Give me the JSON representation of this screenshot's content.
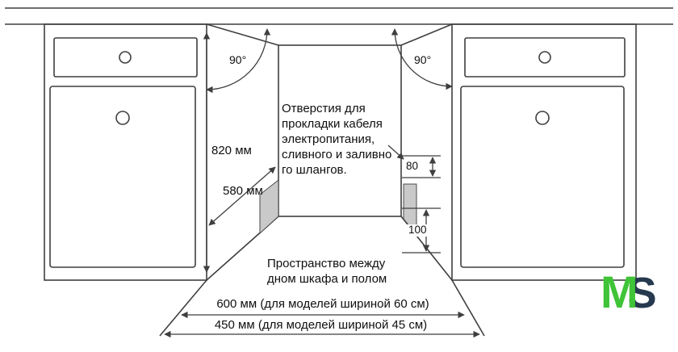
{
  "notes": {
    "holes": "Отверстия для\nпрокладки кабеля\nэлектропитания,\nсливного и заливно\nго шлангов.",
    "clearance": "Пространство между\nдном шкафа и полом"
  },
  "dims": {
    "height": "820 мм",
    "depth": "580 мм",
    "angle_left": "90°",
    "angle_right": "90°",
    "hole_offset": "80",
    "floor_gap": "100",
    "width_60": "600 мм (для моделей шириной 60 см)",
    "width_45": "450 мм (для моделей шириной 45 см)"
  },
  "logo": {
    "m": "M",
    "s": "S",
    "m_color": "#3fc437",
    "s_color": "#26394f"
  },
  "colors": {
    "line": "#3f3f3f",
    "hole_fill": "#c9c9c9"
  }
}
